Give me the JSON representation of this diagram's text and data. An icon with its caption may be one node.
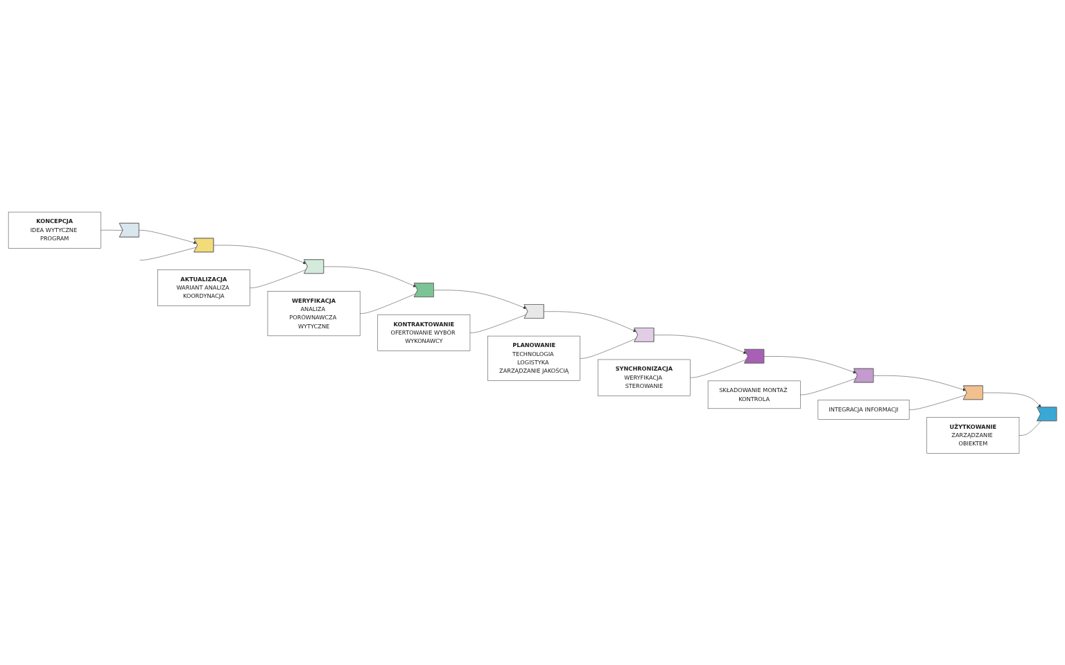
{
  "diagram": {
    "nodes": [
      {
        "text": [
          "SKŁADOWANIE MONTAŻ KONTROLA"
        ]
      },
      {
        "text": [
          "INTEGRACJA INFORMACJI"
        ]
      },
      {
        "text": [
          "UŻYTKOWANIE",
          "ZARZĄDZANIE OBIEKTEM"
        ]
      },
      {
        "text": [
          "PLANOWANIE",
          "TECHNOLOGIA LOGISTYKA ZARZĄDZANIE JAKOŚCIĄ"
        ]
      },
      {
        "text": [
          "SYNCHRONIZACJA",
          "WERYFIKACJA STEROWANIE"
        ]
      },
      {
        "text": [
          "KONTRAKTOWANIE",
          "OFERTOWANIE WYBÓR WYKONAWCY"
        ]
      },
      {
        "text": [
          "WERYFIKACJA",
          "ANALIZA PORÓWNAWCZA WYTYCZNE"
        ]
      },
      {
        "text": [
          "AKTUALIZACJA",
          "WARIANT ANALIZA KOORDYNACJA"
        ]
      },
      {
        "text": [
          "KONCEPCJA",
          "IDEA WYTYCZNE PROGRAM"
        ]
      },
      {
        "text": [],
        "shape": "bar"
      },
      {
        "text": [],
        "shape": "bar"
      },
      {
        "text": [],
        "shape": "bar"
      },
      {
        "text": [],
        "shape": "bar"
      },
      {
        "text": [],
        "shape": "bar"
      },
      {
        "text": [],
        "shape": "bar"
      },
      {
        "text": [],
        "shape": "bar"
      },
      {
        "text": [],
        "shape": "bar"
      },
      {
        "text": [],
        "shape": "bar"
      },
      {
        "text": [],
        "shape": "bar"
      }
    ],
    "edges": [
      {
        "from": 9,
        "to": 10,
        "arrow": "to"
      },
      {
        "from": 10,
        "to": 11,
        "arrow": "to"
      },
      {
        "from": 11,
        "to": 12,
        "arrow": "to"
      },
      {
        "from": 12,
        "to": 13,
        "arrow": "to"
      },
      {
        "from": 13,
        "to": 14,
        "arrow": "to"
      },
      {
        "from": 14,
        "to": 15,
        "arrow": "to"
      },
      {
        "from": 15,
        "to": 16,
        "arrow": "to"
      },
      {
        "from": 16,
        "to": 17,
        "arrow": "to"
      },
      {
        "from": 17,
        "to": 18,
        "arrow": "to"
      },
      {
        "from": 0,
        "to": 16,
        "arrow": "none"
      },
      {
        "from": 1,
        "to": 17,
        "arrow": "none"
      },
      {
        "from": 2,
        "to": 18,
        "arrow": "none"
      },
      {
        "from": 3,
        "to": 14,
        "arrow": "none"
      },
      {
        "from": 4,
        "to": 15,
        "arrow": "none"
      },
      {
        "from": 5,
        "to": 13,
        "arrow": "none"
      },
      {
        "from": 6,
        "to": 12,
        "arrow": "none"
      },
      {
        "from": 7,
        "to": 11,
        "arrow": "none"
      },
      {
        "from": 8,
        "to": 9,
        "arrow": "none"
      },
      {
        "from": null,
        "to": 10,
        "arrow": "none"
      }
    ]
  }
}
